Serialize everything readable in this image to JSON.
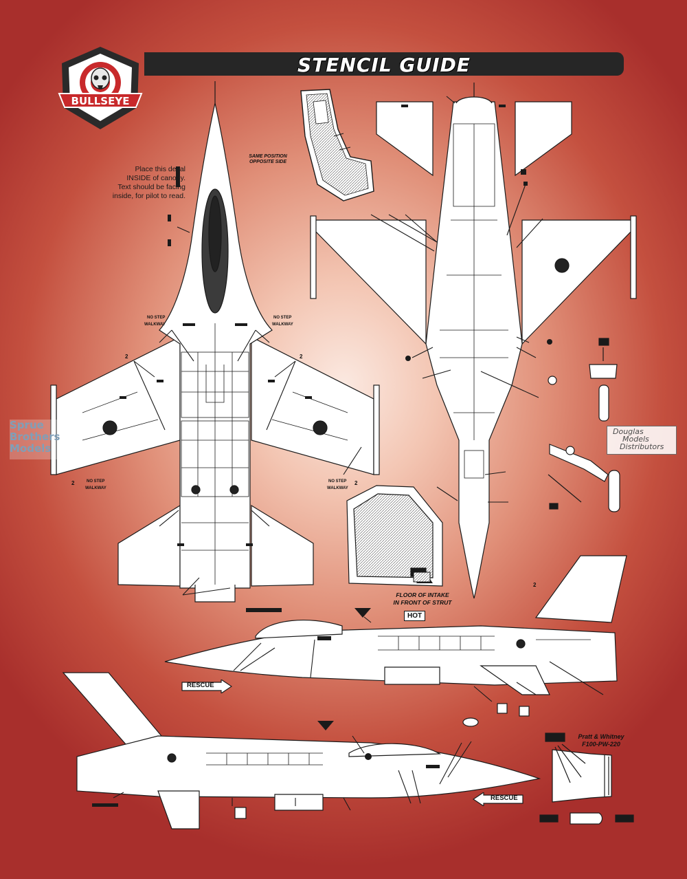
{
  "title": "STENCIL GUIDE",
  "logo": {
    "brand": "BULLSEYE",
    "icon": "skull-target-logo"
  },
  "canopy_note": [
    "Place this decal",
    "INSIDE of canopy.",
    "Text should be facing",
    "inside, for pilot to read."
  ],
  "seat_note": [
    "SAME POSITION",
    "OPPOSITE SIDE"
  ],
  "intake_note": [
    "FLOOR OF INTAKE",
    "IN FRONT OF STRUT"
  ],
  "hot_label": "HOT",
  "engine_label": [
    "Pratt & Whitney",
    "F100-PW-220"
  ],
  "rescue_label": "RESCUE",
  "callouts": {
    "two": "2",
    "no_step": "NO STEP",
    "walkway": "WALKWAY"
  },
  "watermark": [
    "Sprue",
    "Brothers",
    "Models"
  ],
  "distributor": [
    "Douglas",
    "Models",
    "Distributors"
  ],
  "colors": {
    "background_center": "#fbe9e1",
    "background_edge": "#a82f2c",
    "title_bar": "#262626",
    "line": "#1a1a1a",
    "aircraft_fill": "#ffffff"
  }
}
